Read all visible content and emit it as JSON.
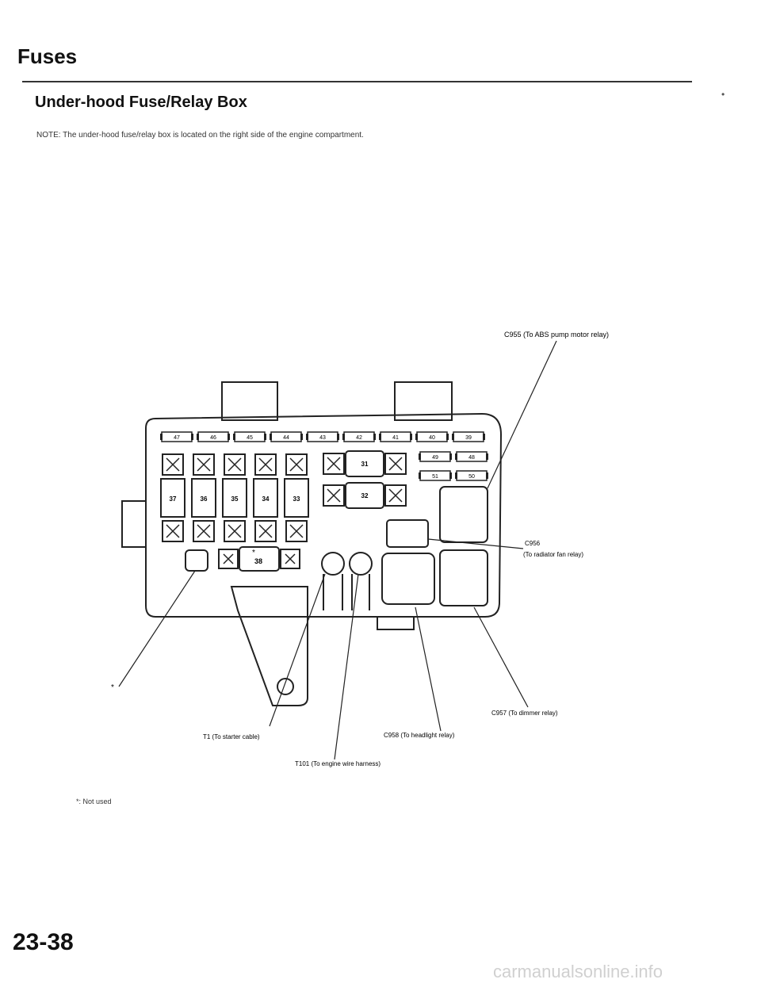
{
  "header": {
    "section_title": "Fuses",
    "subtitle": "Under-hood Fuse/Relay Box",
    "note": "NOTE: The under-hood fuse/relay box is located on the right side of the engine compartment."
  },
  "diagram": {
    "row_fuses": [
      "47",
      "46",
      "45",
      "44",
      "43",
      "42",
      "41",
      "40",
      "39"
    ],
    "right_small_fuses": [
      "49",
      "48",
      "51",
      "50"
    ],
    "maxi_fuses": [
      "37",
      "36",
      "35",
      "34",
      "33"
    ],
    "center_fuses": [
      "31",
      "32"
    ],
    "unused_fuse": {
      "star": "*",
      "number": "38"
    },
    "callouts": {
      "c955": "C955 (To ABS pump motor relay)",
      "c956_code": "C956",
      "c956_desc": "(To radiator fan relay)",
      "c957": "C957 (To dimmer relay)",
      "c958": "C958 (To headlight relay)",
      "t1": "T1 (To starter cable)",
      "t101": "T101 (To engine wire harness)",
      "star": "*"
    }
  },
  "footer": {
    "footnote": "*: Not used",
    "page_number": "23-38",
    "watermark": "carmanualsonline.info",
    "stray_mark": "•"
  },
  "colors": {
    "ink": "#111111",
    "line": "#222222",
    "watermark": "#d0d0d0"
  }
}
